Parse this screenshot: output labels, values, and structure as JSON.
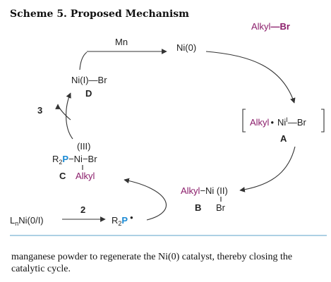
{
  "scheme": {
    "title": "Scheme 5. Proposed Mechanism",
    "species": {
      "mn": "Mn",
      "ni0": "Ni(0)",
      "alkylbr_alkyl": "Alkyl",
      "alkylbr_dash": "—",
      "alkylbr_br": "Br",
      "nii_br": "Ni(I)—Br",
      "d_label": "D",
      "step3": "3",
      "a_alkyl": "Alkyl",
      "a_dot": "•",
      "a_ni": "Ni",
      "a_ox": "I",
      "a_br": "—Br",
      "a_label": "A",
      "c_ox": "(III)",
      "c_r2": "R",
      "c_sub2": "2",
      "c_p": "P",
      "c_rest": "−Ni−Br",
      "c_label": "C",
      "c_alkyl": "Alkyl",
      "b_alkyl": "Alkyl",
      "b_rest": "−Ni (II)",
      "b_label": "B",
      "b_br": "Br",
      "lnni_l": "L",
      "lnni_n": "n",
      "lnni_rest": "Ni(0/I)",
      "step2": "2",
      "r2p_r": "R",
      "r2p_sub": "2",
      "r2p_p": "P",
      "r2p_dot": "•"
    },
    "colors": {
      "purple": "#8b1e6b",
      "blue": "#1a8ad4",
      "rule": "#5aa0c8"
    }
  },
  "caption": "manganese powder to regenerate the Ni(0) catalyst, thereby closing the catalytic cycle."
}
